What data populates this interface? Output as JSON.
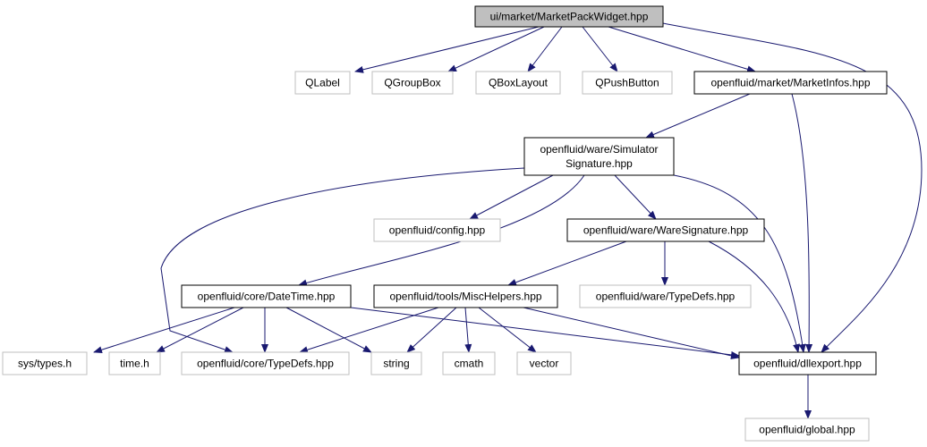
{
  "colors": {
    "edge": "#191970",
    "root_fill": "#bfbfbf",
    "documented_border": "#000000",
    "external_border": "#bfbfbf",
    "text": "#000000"
  },
  "nodes": [
    {
      "id": "root",
      "lines": [
        "ui/market/MarketPackWidget.hpp"
      ],
      "style": "root"
    },
    {
      "id": "qlabel",
      "lines": [
        "QLabel"
      ],
      "style": "external"
    },
    {
      "id": "qgroupbox",
      "lines": [
        "QGroupBox"
      ],
      "style": "external"
    },
    {
      "id": "qboxlayout",
      "lines": [
        "QBoxLayout"
      ],
      "style": "external"
    },
    {
      "id": "qpushbutton",
      "lines": [
        "QPushButton"
      ],
      "style": "external"
    },
    {
      "id": "marketinfos",
      "lines": [
        "openfluid/market/MarketInfos.hpp"
      ],
      "style": "documented"
    },
    {
      "id": "simsig",
      "lines": [
        "openfluid/ware/Simulator",
        "Signature.hpp"
      ],
      "style": "documented"
    },
    {
      "id": "config",
      "lines": [
        "openfluid/config.hpp"
      ],
      "style": "external"
    },
    {
      "id": "waresig",
      "lines": [
        "openfluid/ware/WareSignature.hpp"
      ],
      "style": "documented"
    },
    {
      "id": "datetime",
      "lines": [
        "openfluid/core/DateTime.hpp"
      ],
      "style": "documented"
    },
    {
      "id": "mischelpers",
      "lines": [
        "openfluid/tools/MiscHelpers.hpp"
      ],
      "style": "documented"
    },
    {
      "id": "waretypedefs",
      "lines": [
        "openfluid/ware/TypeDefs.hpp"
      ],
      "style": "external"
    },
    {
      "id": "systypes",
      "lines": [
        "sys/types.h"
      ],
      "style": "external"
    },
    {
      "id": "timeh",
      "lines": [
        "time.h"
      ],
      "style": "external"
    },
    {
      "id": "coretypedefs",
      "lines": [
        "openfluid/core/TypeDefs.hpp"
      ],
      "style": "external"
    },
    {
      "id": "string",
      "lines": [
        "string"
      ],
      "style": "external"
    },
    {
      "id": "cmath",
      "lines": [
        "cmath"
      ],
      "style": "external"
    },
    {
      "id": "vector",
      "lines": [
        "vector"
      ],
      "style": "external"
    },
    {
      "id": "dllexport",
      "lines": [
        "openfluid/dllexport.hpp"
      ],
      "style": "documented"
    },
    {
      "id": "global",
      "lines": [
        "openfluid/global.hpp"
      ],
      "style": "external"
    }
  ],
  "edges": [
    [
      "root",
      "qlabel"
    ],
    [
      "root",
      "qgroupbox"
    ],
    [
      "root",
      "qboxlayout"
    ],
    [
      "root",
      "qpushbutton"
    ],
    [
      "root",
      "marketinfos"
    ],
    [
      "root",
      "dllexport"
    ],
    [
      "marketinfos",
      "simsig"
    ],
    [
      "marketinfos",
      "dllexport"
    ],
    [
      "simsig",
      "config"
    ],
    [
      "simsig",
      "waresig"
    ],
    [
      "simsig",
      "datetime"
    ],
    [
      "simsig",
      "coretypedefs"
    ],
    [
      "simsig",
      "dllexport"
    ],
    [
      "waresig",
      "mischelpers"
    ],
    [
      "waresig",
      "waretypedefs"
    ],
    [
      "waresig",
      "dllexport"
    ],
    [
      "datetime",
      "systypes"
    ],
    [
      "datetime",
      "timeh"
    ],
    [
      "datetime",
      "coretypedefs"
    ],
    [
      "datetime",
      "string"
    ],
    [
      "datetime",
      "dllexport"
    ],
    [
      "mischelpers",
      "coretypedefs"
    ],
    [
      "mischelpers",
      "string"
    ],
    [
      "mischelpers",
      "cmath"
    ],
    [
      "mischelpers",
      "vector"
    ],
    [
      "mischelpers",
      "dllexport"
    ],
    [
      "dllexport",
      "global"
    ]
  ]
}
